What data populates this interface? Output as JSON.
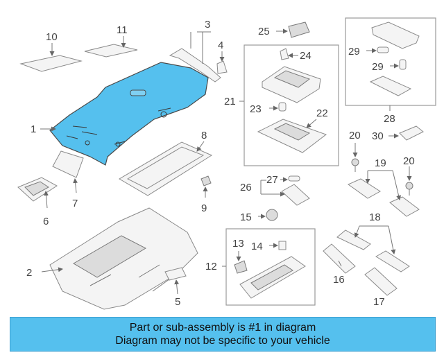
{
  "labels": {
    "1": "1",
    "2": "2",
    "3": "3",
    "4": "4",
    "5": "5",
    "6": "6",
    "7": "7",
    "8": "8",
    "9": "9",
    "10": "10",
    "11": "11",
    "12": "12",
    "13": "13",
    "14": "14",
    "15": "15",
    "16": "16",
    "17": "17",
    "18": "18",
    "19": "19",
    "20a": "20",
    "20b": "20",
    "21": "21",
    "22": "22",
    "23": "23",
    "24": "24",
    "25": "25",
    "26": "26",
    "27": "27",
    "28": "28",
    "29a": "29",
    "29b": "29",
    "30": "30"
  },
  "colors": {
    "highlight": "#55c0ee",
    "banner": "#55c0ee"
  },
  "banner": {
    "line1": "Part or sub-assembly is #1 in diagram",
    "line2": "Diagram may not be specific to your vehicle"
  }
}
